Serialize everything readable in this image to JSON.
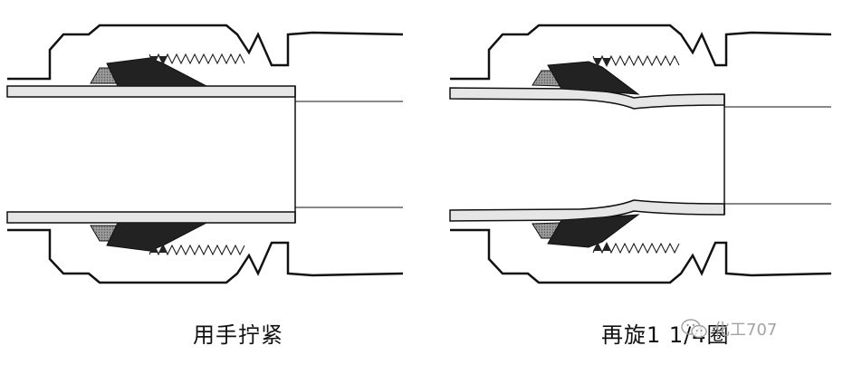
{
  "figure": {
    "left_caption": "用手拧紧",
    "right_caption": "再旋1 1/4圈",
    "watermark_text": "化工707",
    "watermark_icon": "wechat-icon"
  },
  "colors": {
    "outline": "#111111",
    "tube_fill": "#e6e6e6",
    "nut_dark": "#222222",
    "ferrule_gray": "#888888"
  }
}
